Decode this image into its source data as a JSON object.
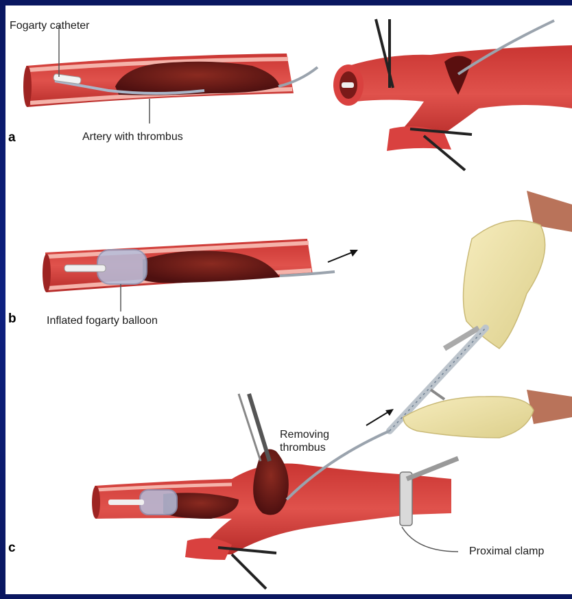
{
  "labels": {
    "fogarty_catheter": "Fogarty catheter",
    "artery_with_thrombus": "Artery with thrombus",
    "inflated_balloon": "Inflated fogarty balloon",
    "removing_thrombus": "Removing\nthrombus",
    "proximal_clamp": "Proximal clamp"
  },
  "panels": {
    "a": "a",
    "b": "b",
    "c": "c"
  },
  "colors": {
    "background": "#0b1a6b",
    "artery": "#d9413f",
    "artery_light": "#f2a39a",
    "thrombus": "#6b1a14",
    "glove": "#efe2a6",
    "skin": "#b9735a"
  }
}
